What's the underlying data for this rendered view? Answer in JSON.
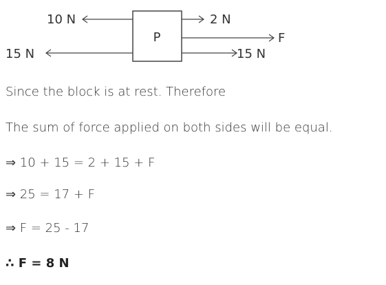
{
  "diagram": {
    "block_label": "P",
    "forces": {
      "left_top": "10 N",
      "left_bottom": "15 N",
      "right_top": "2 N",
      "right_middle": "F",
      "right_bottom": "15 N"
    }
  },
  "solution": {
    "line1": "Since the block is at rest. Therefore",
    "line2": "The sum of force applied on both sides will be equal.",
    "line3": "⇒ 10 + 15  = 2 + 15 + F",
    "line4": "⇒ 25 = 17 + F",
    "line5": "⇒ F = 25 - 17",
    "line6": "∴ F = 8 N"
  }
}
